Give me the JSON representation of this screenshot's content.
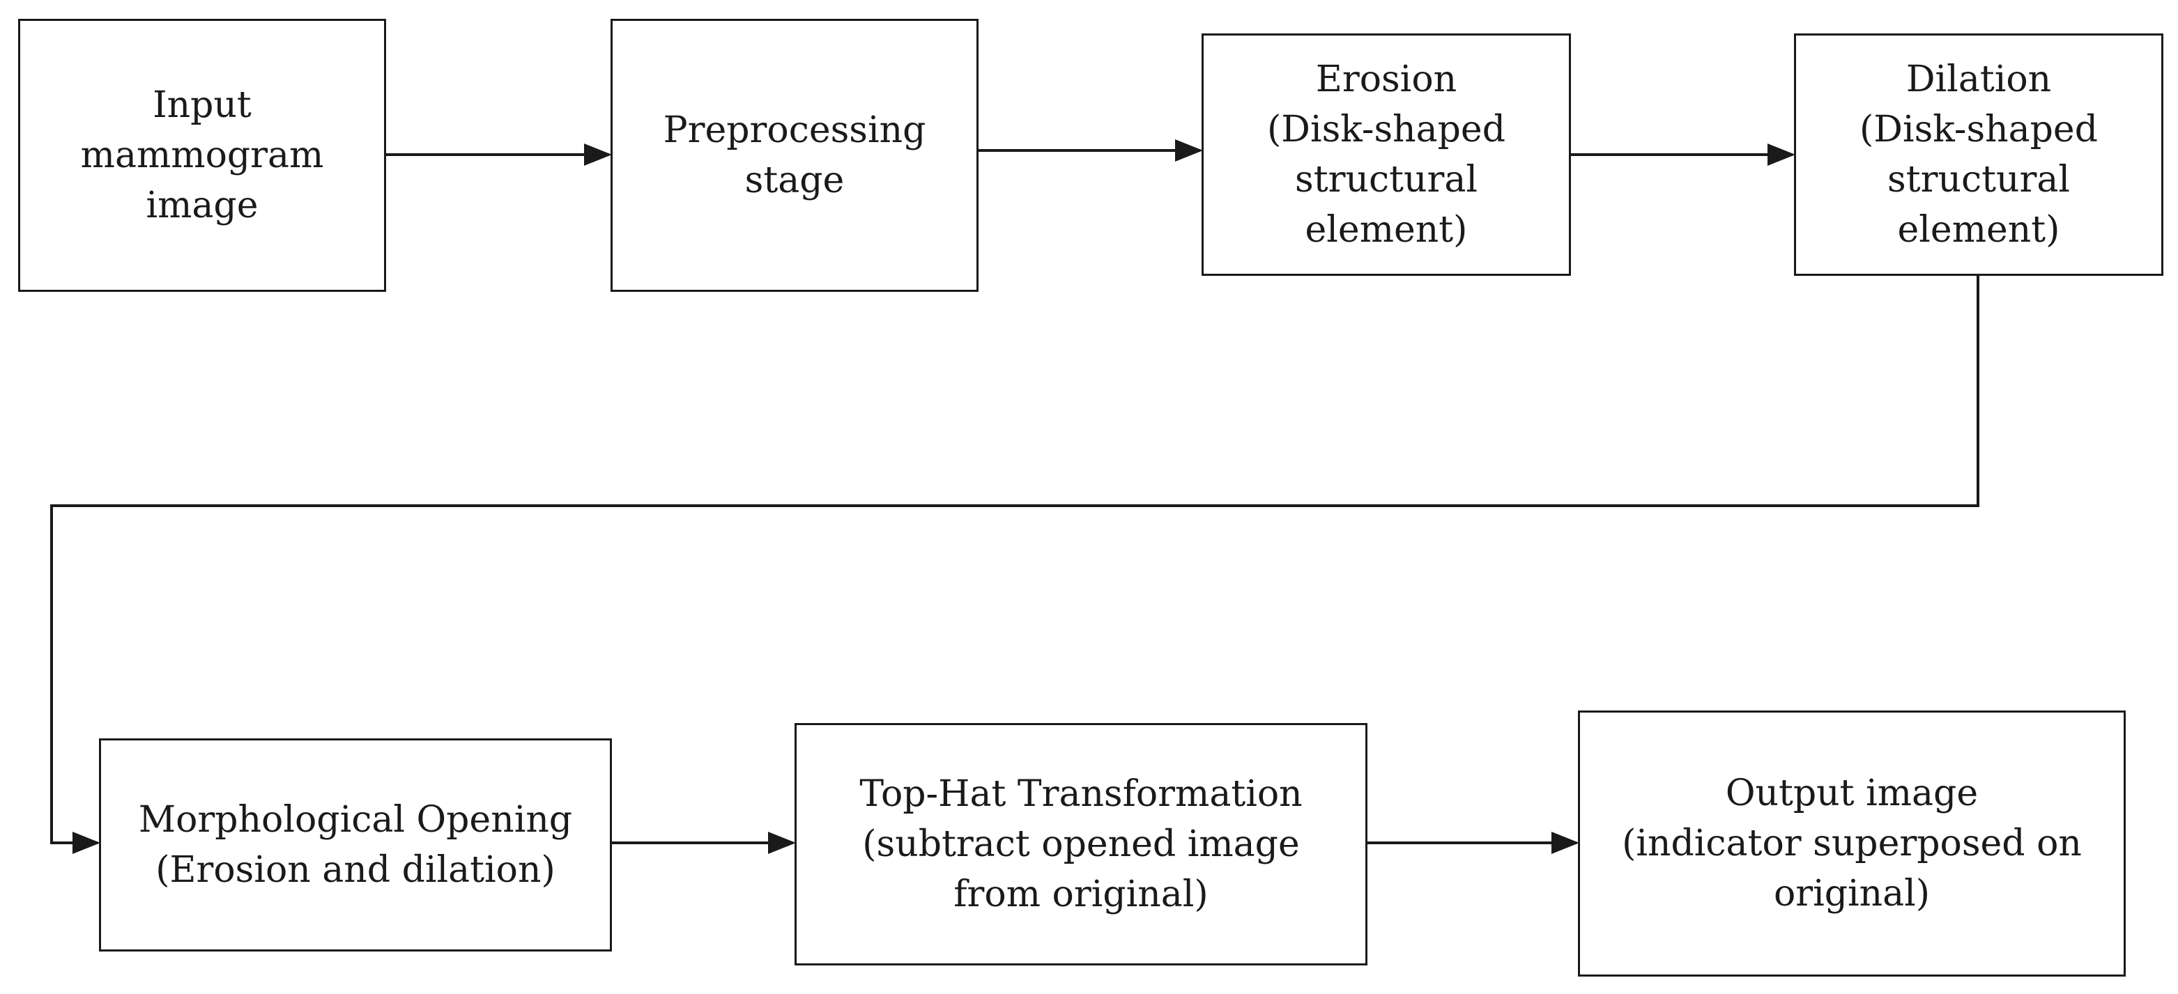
{
  "diagram": {
    "nodes": [
      {
        "id": "input",
        "lines": [
          "Input",
          "mammogram",
          "image"
        ]
      },
      {
        "id": "preprocessing",
        "lines": [
          "Preprocessing",
          "stage"
        ]
      },
      {
        "id": "erosion",
        "lines": [
          "Erosion",
          "(Disk-shaped",
          "structural",
          "element)"
        ]
      },
      {
        "id": "dilation",
        "lines": [
          "Dilation",
          "(Disk-shaped",
          "structural",
          "element)"
        ]
      },
      {
        "id": "opening",
        "lines": [
          "Morphological Opening",
          "(Erosion and dilation)"
        ]
      },
      {
        "id": "tophat",
        "lines": [
          "Top-Hat Transformation",
          "(subtract opened image",
          "from original)"
        ]
      },
      {
        "id": "output",
        "lines": [
          "Output image",
          "(indicator superposed on",
          "original)"
        ]
      }
    ],
    "edges": [
      {
        "from": "input",
        "to": "preprocessing"
      },
      {
        "from": "preprocessing",
        "to": "erosion"
      },
      {
        "from": "erosion",
        "to": "dilation"
      },
      {
        "from": "dilation",
        "to": "opening"
      },
      {
        "from": "opening",
        "to": "tophat"
      },
      {
        "from": "tophat",
        "to": "output"
      }
    ],
    "colors": {
      "line": "#1a1a1a",
      "box_border": "#1a1a1a",
      "background": "#ffffff"
    }
  }
}
